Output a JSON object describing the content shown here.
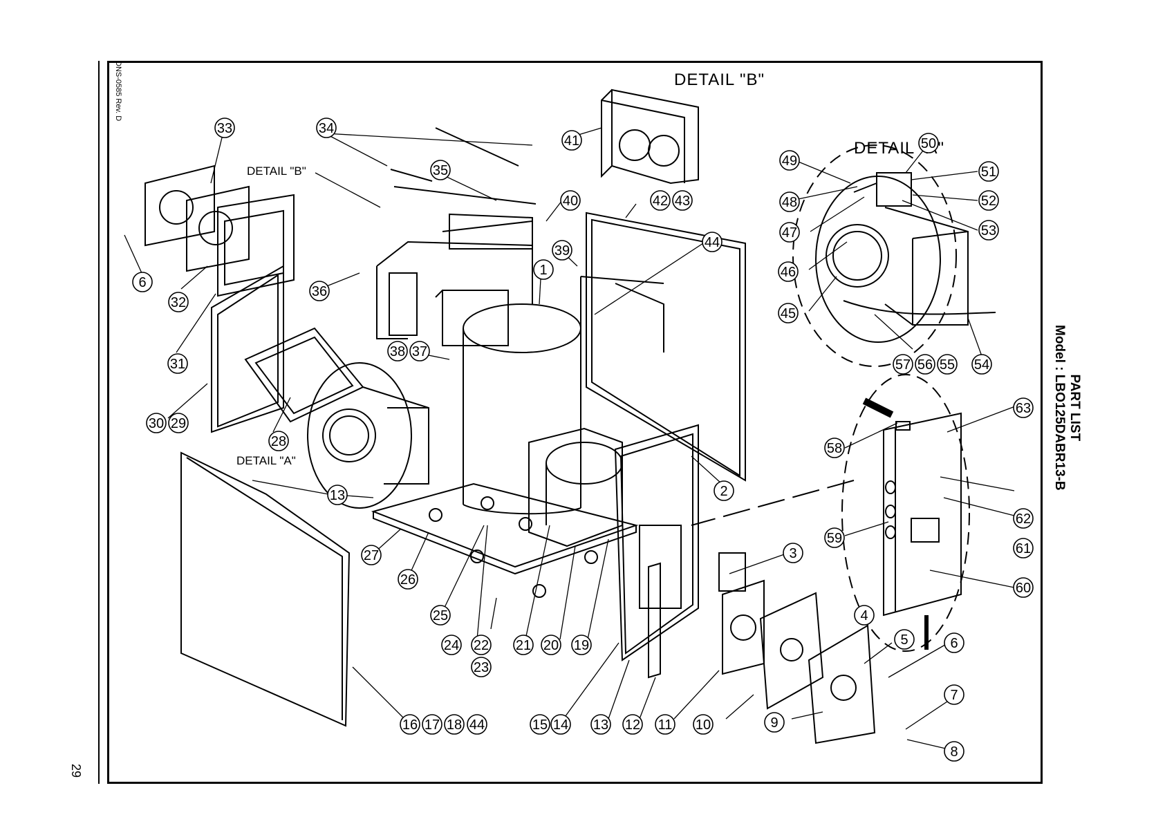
{
  "page_number": "29",
  "doc_id": "DNS-0585 Rev. D",
  "title": "PART LIST",
  "model": "Model : LBO125DABR13-B",
  "detail_labels": {
    "top_detail_b": "DETAIL \"B\"",
    "top_detail_a": "DETAIL \"A\"",
    "left_detail_b": "DETAIL \"B\"",
    "mid_detail_a": "DETAIL \"A\""
  },
  "callouts": [
    "1",
    "2",
    "3",
    "4",
    "5",
    "6",
    "7",
    "8",
    "9",
    "10",
    "11",
    "12",
    "13",
    "14",
    "15",
    "16",
    "17",
    "18",
    "19",
    "20",
    "21",
    "22",
    "23",
    "24",
    "25",
    "26",
    "27",
    "28",
    "29",
    "30",
    "31",
    "32",
    "33",
    "34",
    "35",
    "36",
    "37",
    "38",
    "39",
    "40",
    "41",
    "42",
    "43",
    "44",
    "45",
    "46",
    "47",
    "48",
    "49",
    "50",
    "51",
    "52",
    "53",
    "54",
    "55",
    "56",
    "57",
    "58",
    "59",
    "60",
    "61",
    "62",
    "63"
  ]
}
